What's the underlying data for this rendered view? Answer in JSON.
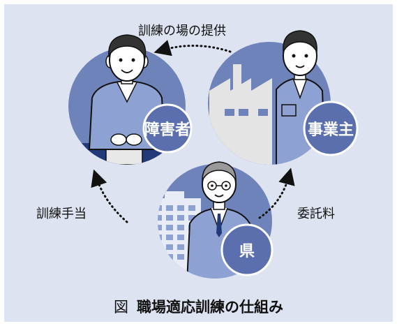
{
  "diagram": {
    "flows": {
      "training_venue": "訓練の場の提供",
      "training_allowance": "訓練手当",
      "commission_fee": "委託料"
    },
    "actors": {
      "disabled_person": "障害者",
      "employer": "事業主",
      "prefecture": "県"
    },
    "caption": {
      "figure_marker": "図",
      "title": "職場適応訓練の仕組み"
    }
  },
  "colors": {
    "background": "#dde3f1",
    "circle": "#6f83bb",
    "badge": "#5b6fae",
    "clothing": "#8da1d2"
  }
}
